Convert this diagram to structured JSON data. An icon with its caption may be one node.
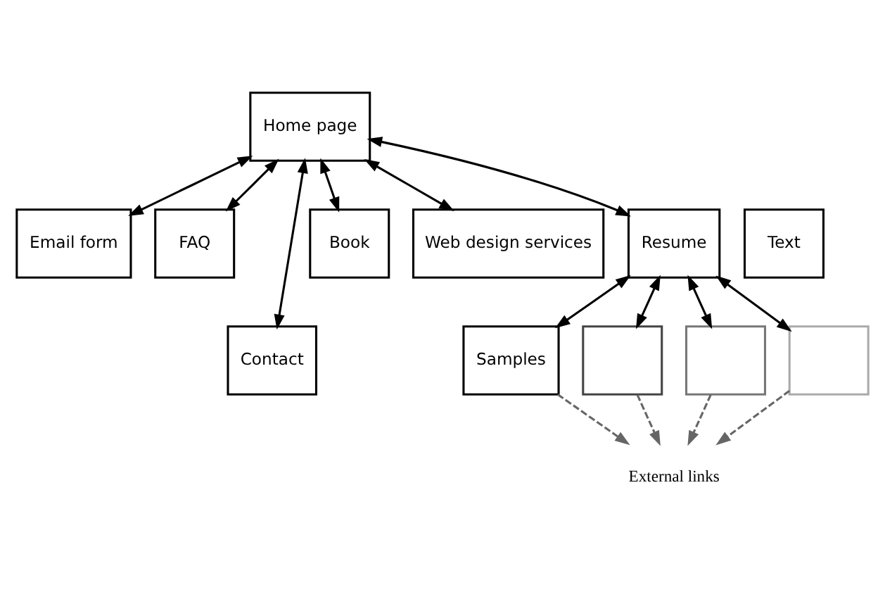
{
  "diagram": {
    "nodes": [
      {
        "text": [
          "Home page"
        ]
      },
      {
        "text": [
          "Email form"
        ]
      },
      {
        "text": [
          "FAQ"
        ]
      },
      {
        "text": [
          "Contact"
        ]
      },
      {
        "text": [
          "Book"
        ]
      },
      {
        "text": [
          "Web design services"
        ]
      },
      {
        "text": [
          "Text"
        ]
      },
      {
        "text": [
          "Resume"
        ]
      },
      {
        "text": [
          "Samples"
        ]
      },
      {
        "text": [],
        "shape": "box"
      },
      {
        "text": [],
        "shape": "box"
      },
      {
        "text": [],
        "shape": "box"
      },
      {
        "text": [
          "External links"
        ]
      }
    ],
    "edges": [
      {
        "from": 0,
        "to": 1,
        "arrow": "both"
      },
      {
        "from": 0,
        "to": 2,
        "arrow": "both"
      },
      {
        "from": 0,
        "to": 3,
        "arrow": "both"
      },
      {
        "from": 0,
        "to": 4,
        "arrow": "both"
      },
      {
        "from": 0,
        "to": 5,
        "arrow": "both"
      },
      {
        "from": 0,
        "to": 7,
        "arrow": "both"
      },
      {
        "from": 7,
        "to": 8,
        "arrow": "both"
      },
      {
        "from": 7,
        "to": 9,
        "arrow": "both"
      },
      {
        "from": 7,
        "to": 10,
        "arrow": "both"
      },
      {
        "from": 7,
        "to": 11,
        "arrow": "both"
      },
      {
        "from": 8,
        "to": 12,
        "arrow": "to",
        "style": "dashed",
        "color": "#666666"
      },
      {
        "from": 9,
        "to": 12,
        "arrow": "to",
        "style": "dashed",
        "color": "#666666"
      },
      {
        "from": 10,
        "to": 12,
        "arrow": "to",
        "style": "dashed",
        "color": "#666666"
      },
      {
        "from": 11,
        "to": 12,
        "arrow": "to",
        "style": "dashed",
        "color": "#666666"
      }
    ]
  }
}
